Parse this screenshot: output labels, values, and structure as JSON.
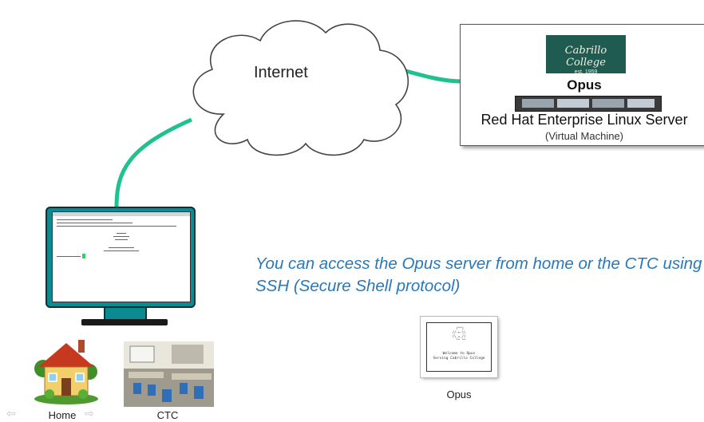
{
  "cloud": {
    "label": "Internet"
  },
  "server": {
    "logo_text": "Cabrillo College",
    "logo_sub": "est. 1959",
    "name": "Opus",
    "os": "Red Hat Enterprise Linux Server",
    "note": "(Virtual Machine)"
  },
  "caption": "You can access the Opus server from home or the CTC using SSH (Secure Shell protocol)",
  "thumbnail": {
    "art": " (^^)\n//-+-\\\\\n(\\_=_/)\n  ^^ ^^",
    "line1": "Welcome to Opus",
    "line2": "Serving Cabrillo College",
    "label": "Opus"
  },
  "locations": {
    "home_label": "Home",
    "ctc_label": "CTC"
  },
  "nav": {
    "prev": "⇦",
    "next": "⇨"
  },
  "colors": {
    "connector": "#1fc28e",
    "monitor": "#0b8a91",
    "caption": "#2a78b8",
    "logo_bg": "#1f5b50"
  }
}
